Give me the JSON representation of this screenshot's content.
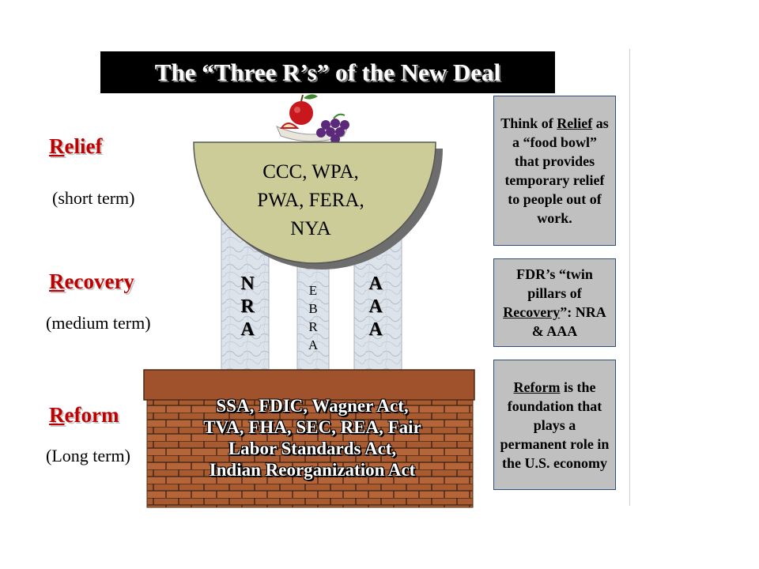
{
  "title": "The “Three R’s” of the New Deal",
  "rows": [
    {
      "label_first": "R",
      "label_rest": "elief",
      "term": "(short term)"
    },
    {
      "label_first": "R",
      "label_rest": "ecovery",
      "term": "(medium term)"
    },
    {
      "label_first": "R",
      "label_rest": "eform",
      "term": "(Long term)"
    }
  ],
  "bowl": {
    "lines": [
      "CCC, WPA,",
      "PWA, FERA,",
      "NYA"
    ],
    "fill_color": "#cccc99"
  },
  "pillars": {
    "left": [
      "N",
      "R",
      "A"
    ],
    "middle": [
      "E",
      "B",
      "R",
      "A"
    ],
    "right": [
      "A",
      "A",
      "A"
    ]
  },
  "foundation": {
    "lines": [
      "SSA, FDIC, Wagner Act,",
      "TVA, FHA, SEC, REA, Fair",
      "Labor Standards Act,",
      "Indian Reorganization Act"
    ],
    "brick_color": "#a0522d"
  },
  "notes": [
    {
      "before": "Think of ",
      "key": "Relief",
      "after": " as a “food bowl” that provides temporary relief to people out of work."
    },
    {
      "before": "FDR’s “twin pillars of ",
      "key": "Recovery",
      "after": "”: NRA & AAA"
    },
    {
      "before": "",
      "key": "Reform",
      "after": " is the foundation that plays a permanent role in the U.S. economy"
    }
  ],
  "colors": {
    "label_red": "#c00000",
    "note_bg": "#c0c0c0",
    "title_bg": "#000000"
  },
  "icons": {
    "fruit": "fruit-icon"
  }
}
